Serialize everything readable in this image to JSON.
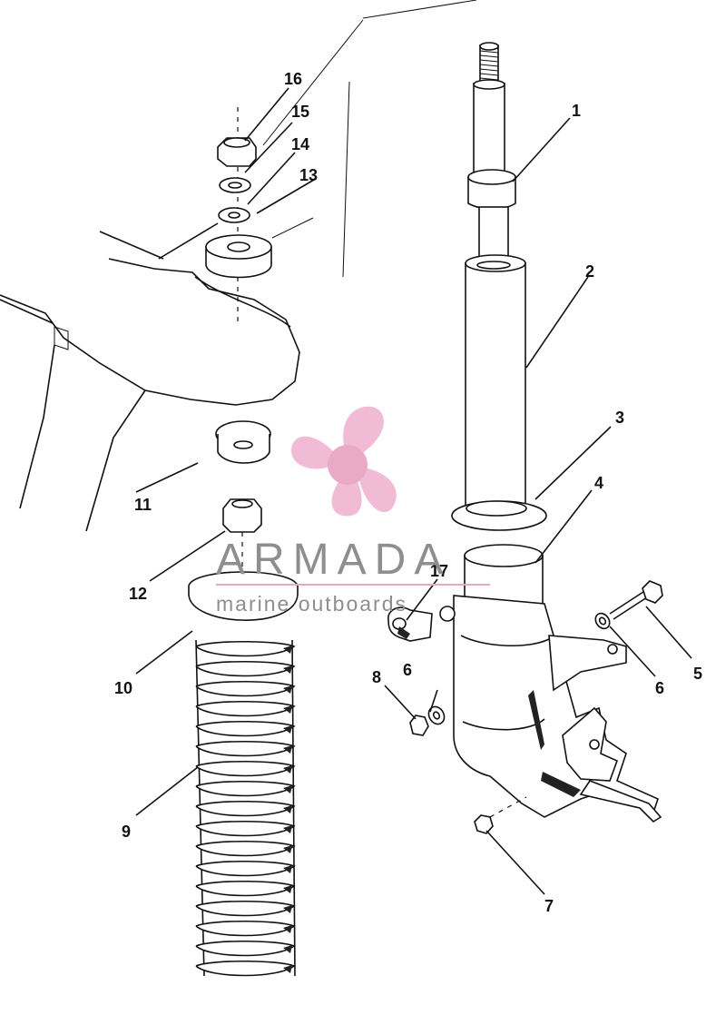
{
  "diagram": {
    "callouts": [
      {
        "id": "1",
        "text": "1"
      },
      {
        "id": "2",
        "text": "2"
      },
      {
        "id": "3",
        "text": "3"
      },
      {
        "id": "4",
        "text": "4"
      },
      {
        "id": "5",
        "text": "5"
      },
      {
        "id": "6a",
        "text": "6"
      },
      {
        "id": "6b",
        "text": "6"
      },
      {
        "id": "7",
        "text": "7"
      },
      {
        "id": "8",
        "text": "8"
      },
      {
        "id": "9",
        "text": "9"
      },
      {
        "id": "10",
        "text": "10"
      },
      {
        "id": "11",
        "text": "11"
      },
      {
        "id": "12",
        "text": "12"
      },
      {
        "id": "13",
        "text": "13"
      },
      {
        "id": "14",
        "text": "14"
      },
      {
        "id": "15",
        "text": "15"
      },
      {
        "id": "16",
        "text": "16"
      },
      {
        "id": "17",
        "text": "17"
      }
    ]
  },
  "watermark": {
    "title": "ARMADA",
    "subtitle": "marine outboards",
    "logo_color": "#f2b8d3",
    "logo_core_color": "#e8a6c6"
  }
}
